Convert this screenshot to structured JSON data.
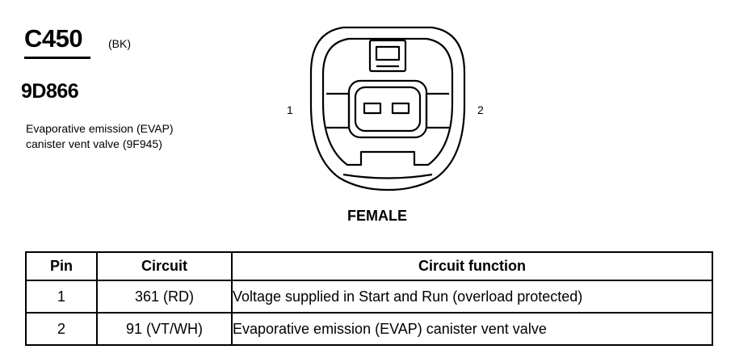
{
  "connector": {
    "id": "C450",
    "color": "(BK)",
    "part_number": "9D866",
    "description": "Evaporative emission (EVAP) canister vent valve (9F945)",
    "gender": "FEMALE",
    "pin_labels": [
      "1",
      "2"
    ]
  },
  "table": {
    "headers": [
      "Pin",
      "Circuit",
      "Circuit function"
    ],
    "rows": [
      {
        "pin": "1",
        "circuit": "361 (RD)",
        "function": "Voltage supplied in Start and Run (overload protected)"
      },
      {
        "pin": "2",
        "circuit": "91 (VT/WH)",
        "function": "Evaporative emission (EVAP) canister vent valve"
      }
    ]
  }
}
